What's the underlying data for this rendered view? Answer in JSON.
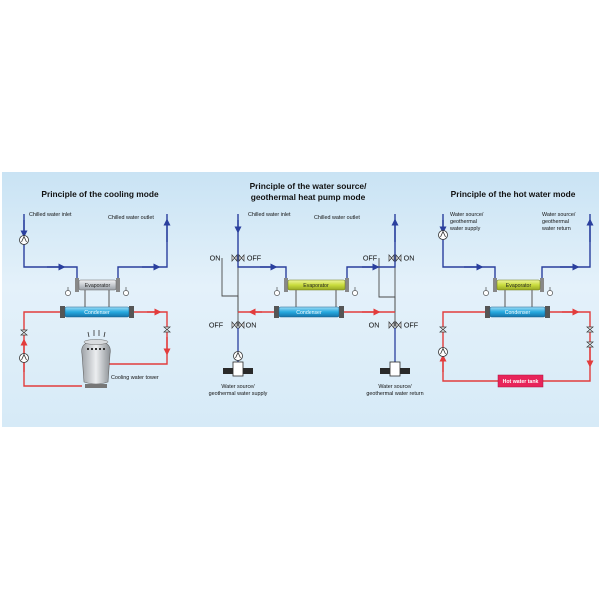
{
  "colors": {
    "background_gradient_top": "#c9e3f4",
    "blue_pipe": "#2a3f9e",
    "red_pipe": "#e23c3c",
    "evaporator_gray": "#d5d8dc",
    "evaporator_yellow": "#c9dc3d",
    "condenser_blue": "#26a9df",
    "hot_water_tank": "#e8245a"
  },
  "icons": [
    "pump-icon",
    "valve-icon",
    "thermometer-icon",
    "cooling-tower-icon",
    "well-icon"
  ],
  "panels": [
    {
      "title_lines": [
        "Principle of the cooling mode"
      ],
      "labels": {
        "top_left": "Chilled water inlet",
        "top_right": "Chilled water outlet",
        "evaporator": "Evaporator",
        "condenser": "Condenser",
        "tower": "Cooling water tower"
      }
    },
    {
      "title_lines": [
        "Principle of the water source/",
        "geothermal heat pump mode"
      ],
      "labels": {
        "top_left": "Chilled water inlet",
        "top_right": "Chilled water outlet",
        "evaporator": "Evaporator",
        "condenser": "Condenser",
        "on": "ON",
        "off": "OFF",
        "supply_lines": [
          "Water source/",
          "geothermal water supply"
        ],
        "return_lines": [
          "Water source/",
          "geothermal water return"
        ]
      }
    },
    {
      "title_lines": [
        "Principle of the hot water mode"
      ],
      "labels": {
        "top_left_lines": [
          "Water source/",
          "geothermal",
          "water supply"
        ],
        "top_right_lines": [
          "Water source/",
          "geothermal",
          "water return"
        ],
        "evaporator": "Evaporator",
        "condenser": "Condenser",
        "tank": "Hot water tank"
      }
    }
  ]
}
